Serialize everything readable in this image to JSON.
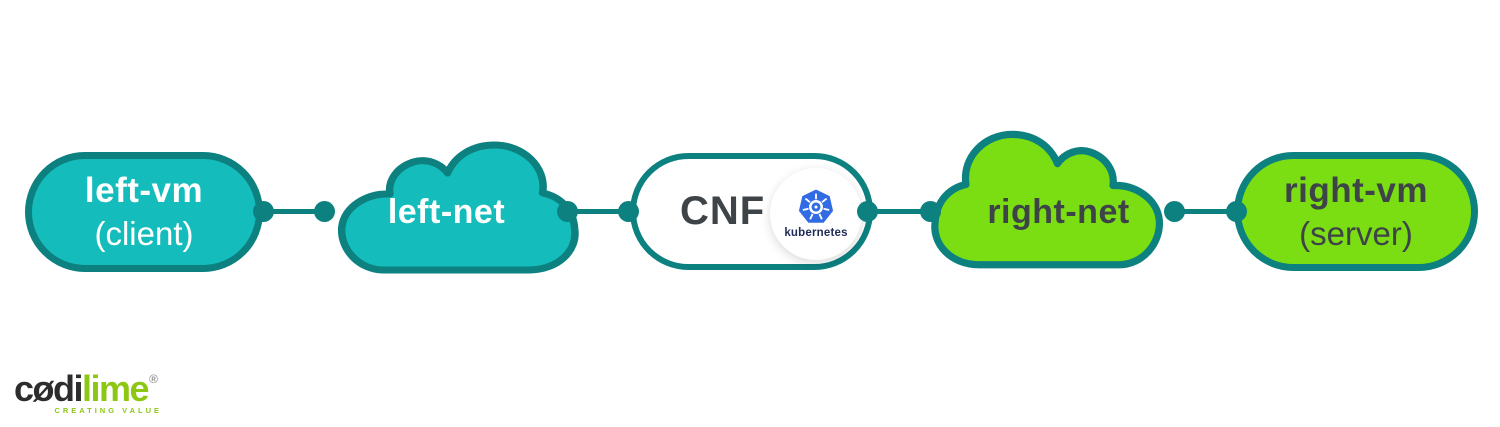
{
  "diagram": {
    "nodes": {
      "left_vm": {
        "label": "left-vm",
        "sublabel": "(client)"
      },
      "left_net": {
        "label": "left-net"
      },
      "cnf": {
        "label": "CNF",
        "badge": "kubernetes"
      },
      "right_net": {
        "label": "right-net"
      },
      "right_vm": {
        "label": "right-vm",
        "sublabel": "(server)"
      }
    },
    "colors": {
      "teal_fill": "#14bcbc",
      "teal_border": "#0d8080",
      "green_fill": "#7ade12",
      "text_dark": "#3d4347",
      "text_light": "#ffffff",
      "kubernetes_blue": "#326ce5",
      "kubernetes_text": "#1f2a56"
    }
  },
  "logo": {
    "word_dark": "cødi",
    "word_green": "lime",
    "registered": "®",
    "tagline": "CREATING VALUE",
    "color_dark": "#2d2d2d",
    "color_green": "#8cc813"
  }
}
